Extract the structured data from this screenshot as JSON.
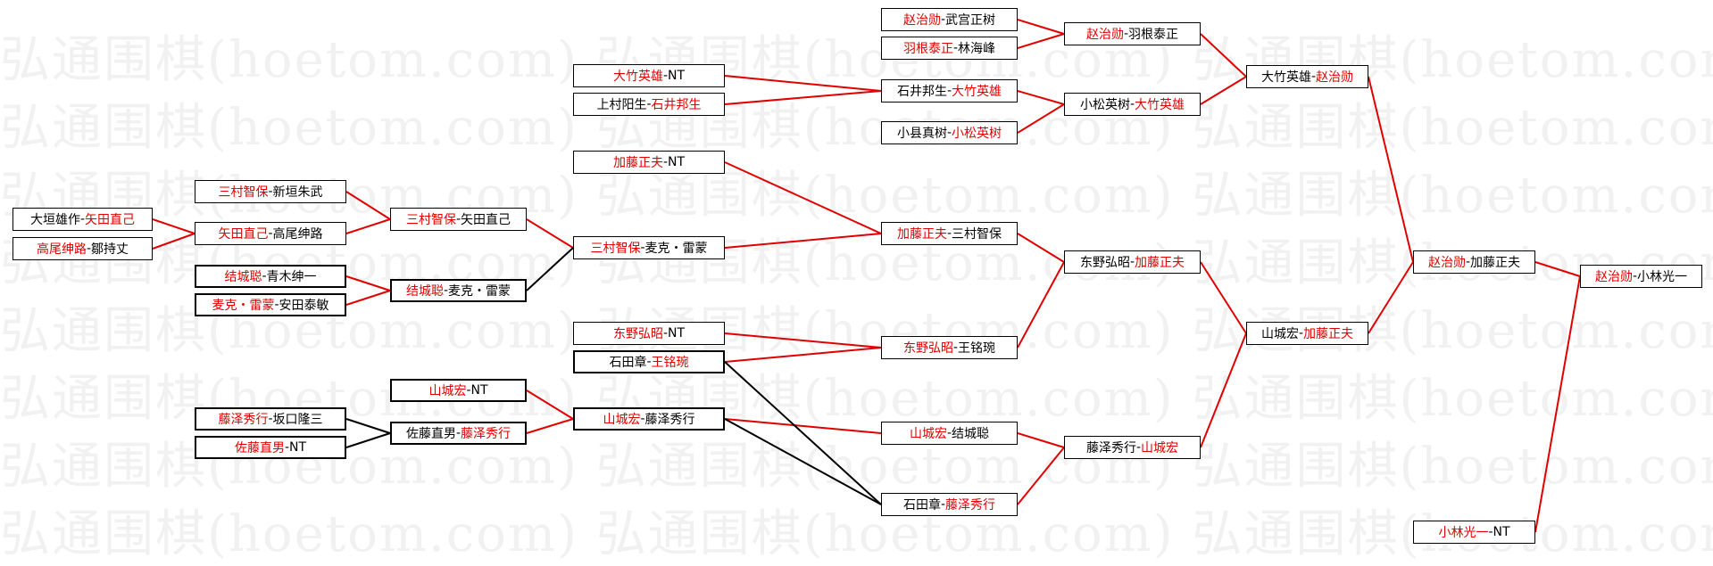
{
  "watermark": {
    "rows": [
      "弘通围棋(hoetom.com) 弘通围棋(hoetom.com) 弘通围棋(hoetom.com)",
      "弘通围棋(hoetom.com) 弘通围棋(hoetom.com) 弘通围棋(hoetom.com)",
      "弘通围棋(hoetom.com) 弘通围棋(hoetom.com) 弘通围棋(hoetom.com)",
      "弘通围棋(hoetom.com) 弘通围棋(hoetom.com) 弘通围棋(hoetom.com)",
      "弘通围棋(hoetom.com) 弘通围棋(hoetom.com) 弘通围棋(hoetom.com)",
      "弘通围棋(hoetom.com) 弘通围棋(hoetom.com) 弘通围棋(hoetom.com)",
      "弘通围棋(hoetom.com) 弘通围棋(hoetom.com) 弘通围棋(hoetom.com)",
      "弘通围棋(hoetom.com) 弘通围棋(hoetom.com) 弘通围棋(hoetom.com)"
    ]
  },
  "colors": {
    "winner": "#e00000",
    "loser": "#000000",
    "line_red": "#e00000",
    "line_black": "#000000"
  },
  "matches": [
    {
      "id": "m01",
      "p1": "大垣雄作",
      "p2": "矢田直己",
      "winner": 2
    },
    {
      "id": "m02",
      "p1": "高尾绅路",
      "p2": "鄒持丈",
      "winner": 1
    },
    {
      "id": "m03",
      "p1": "三村智保",
      "p2": "新垣朱武",
      "winner": 1
    },
    {
      "id": "m04",
      "p1": "矢田直己",
      "p2": "高尾绅路",
      "winner": 1
    },
    {
      "id": "m05",
      "p1": "结城聪",
      "p2": "青木绅一",
      "winner": 1
    },
    {
      "id": "m06",
      "p1": "麦克・雷蒙",
      "p2": "安田泰敏",
      "winner": 1
    },
    {
      "id": "m07",
      "p1": "藤泽秀行",
      "p2": "坂口隆三",
      "winner": 1
    },
    {
      "id": "m08",
      "p1": "佐藤直男",
      "p2": "NT",
      "winner": 1
    },
    {
      "id": "m09",
      "p1": "三村智保",
      "p2": "矢田直己",
      "winner": 1
    },
    {
      "id": "m10",
      "p1": "结城聪",
      "p2": "麦克・雷蒙",
      "winner": 1
    },
    {
      "id": "m11",
      "p1": "山城宏",
      "p2": "NT",
      "winner": 1
    },
    {
      "id": "m12",
      "p1": "佐藤直男",
      "p2": "藤泽秀行",
      "winner": 2
    },
    {
      "id": "m13",
      "p1": "大竹英雄",
      "p2": "NT",
      "winner": 1
    },
    {
      "id": "m14",
      "p1": "上村阳生",
      "p2": "石井邦生",
      "winner": 2
    },
    {
      "id": "m15",
      "p1": "加藤正夫",
      "p2": "NT",
      "winner": 1
    },
    {
      "id": "m16",
      "p1": "三村智保",
      "p2": "麦克・雷蒙",
      "winner": 1
    },
    {
      "id": "m17",
      "p1": "东野弘昭",
      "p2": "NT",
      "winner": 1
    },
    {
      "id": "m18",
      "p1": "石田章",
      "p2": "王铭琬",
      "winner": 2
    },
    {
      "id": "m19",
      "p1": "山城宏",
      "p2": "藤泽秀行",
      "winner": 1
    },
    {
      "id": "m20",
      "p1": "赵治勋",
      "p2": "武宫正树",
      "winner": 1
    },
    {
      "id": "m21",
      "p1": "羽根泰正",
      "p2": "林海峰",
      "winner": 1
    },
    {
      "id": "m22",
      "p1": "石井邦生",
      "p2": "大竹英雄",
      "winner": 2
    },
    {
      "id": "m23",
      "p1": "小县真树",
      "p2": "小松英树",
      "winner": 2
    },
    {
      "id": "m24",
      "p1": "加藤正夫",
      "p2": "三村智保",
      "winner": 1
    },
    {
      "id": "m25",
      "p1": "东野弘昭",
      "p2": "王铭琬",
      "winner": 1
    },
    {
      "id": "m26",
      "p1": "山城宏",
      "p2": "结城聪",
      "winner": 1
    },
    {
      "id": "m27",
      "p1": "石田章",
      "p2": "藤泽秀行",
      "winner": 2
    },
    {
      "id": "m28",
      "p1": "赵治勋",
      "p2": "羽根泰正",
      "winner": 1
    },
    {
      "id": "m29",
      "p1": "小松英树",
      "p2": "大竹英雄",
      "winner": 2
    },
    {
      "id": "m30",
      "p1": "东野弘昭",
      "p2": "加藤正夫",
      "winner": 2
    },
    {
      "id": "m31",
      "p1": "藤泽秀行",
      "p2": "山城宏",
      "winner": 2
    },
    {
      "id": "m32",
      "p1": "大竹英雄",
      "p2": "赵治勋",
      "winner": 2
    },
    {
      "id": "m33",
      "p1": "山城宏",
      "p2": "加藤正夫",
      "winner": 2
    },
    {
      "id": "m34",
      "p1": "赵治勋",
      "p2": "加藤正夫",
      "winner": 1
    },
    {
      "id": "m35",
      "p1": "小林光一",
      "p2": "NT",
      "winner": 1
    },
    {
      "id": "m36",
      "p1": "赵治勋",
      "p2": "小林光一",
      "winner": 1
    }
  ],
  "connections": [
    {
      "from": "m01",
      "to": "m04",
      "color": "red"
    },
    {
      "from": "m02",
      "to": "m04",
      "color": "red"
    },
    {
      "from": "m03",
      "to": "m09",
      "color": "red"
    },
    {
      "from": "m04",
      "to": "m09",
      "color": "red"
    },
    {
      "from": "m05",
      "to": "m10",
      "color": "red"
    },
    {
      "from": "m06",
      "to": "m10",
      "color": "red"
    },
    {
      "from": "m07",
      "to": "m12",
      "color": "black"
    },
    {
      "from": "m08",
      "to": "m12",
      "color": "black"
    },
    {
      "from": "m09",
      "to": "m16",
      "color": "red"
    },
    {
      "from": "m10",
      "to": "m16",
      "color": "black"
    },
    {
      "from": "m11",
      "to": "m19",
      "color": "red"
    },
    {
      "from": "m12",
      "to": "m19",
      "color": "red"
    },
    {
      "from": "m13",
      "to": "m22",
      "color": "red"
    },
    {
      "from": "m14",
      "to": "m22",
      "color": "red"
    },
    {
      "from": "m15",
      "to": "m24",
      "color": "red"
    },
    {
      "from": "m16",
      "to": "m24",
      "color": "red"
    },
    {
      "from": "m17",
      "to": "m25",
      "color": "red"
    },
    {
      "from": "m18",
      "to": "m25",
      "color": "red"
    },
    {
      "from": "m19",
      "to": "m26",
      "color": "red"
    },
    {
      "from": "m18",
      "to": "m27",
      "color": "black"
    },
    {
      "from": "m19",
      "to": "m27",
      "color": "black"
    },
    {
      "from": "m20",
      "to": "m28",
      "color": "red"
    },
    {
      "from": "m21",
      "to": "m28",
      "color": "red"
    },
    {
      "from": "m22",
      "to": "m29",
      "color": "red"
    },
    {
      "from": "m23",
      "to": "m29",
      "color": "red"
    },
    {
      "from": "m24",
      "to": "m30",
      "color": "red"
    },
    {
      "from": "m25",
      "to": "m30",
      "color": "red"
    },
    {
      "from": "m26",
      "to": "m31",
      "color": "red"
    },
    {
      "from": "m27",
      "to": "m31",
      "color": "red"
    },
    {
      "from": "m28",
      "to": "m32",
      "color": "red"
    },
    {
      "from": "m29",
      "to": "m32",
      "color": "red"
    },
    {
      "from": "m30",
      "to": "m33",
      "color": "red"
    },
    {
      "from": "m31",
      "to": "m33",
      "color": "red"
    },
    {
      "from": "m32",
      "to": "m34",
      "color": "red"
    },
    {
      "from": "m33",
      "to": "m34",
      "color": "red"
    },
    {
      "from": "m34",
      "to": "m36",
      "color": "red"
    },
    {
      "from": "m35",
      "to": "m36",
      "color": "red"
    }
  ]
}
